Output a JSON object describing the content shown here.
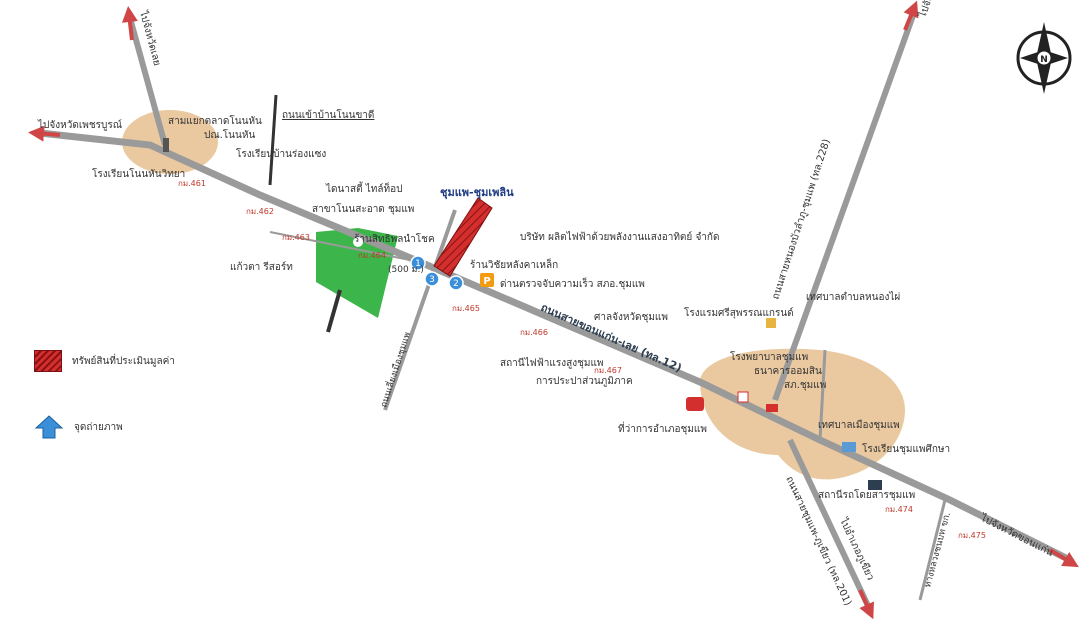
{
  "directions": {
    "to_loei": "ไปจังหวัดเลย",
    "to_phetchabun": "ไปจังหวัดเพชรบูรณ์",
    "to_nongbualamphu": "ไปจังหวัดหนองบัวลำภู",
    "to_khonkaen": "ไปจังหวัดขอนแก่น",
    "to_chumphae_south": "ไปอำเภอภูเขียว"
  },
  "roads": {
    "main": "ถนนสายขอนแก่น-เลย (ทล.12)",
    "north": "ถนนสายหนองบัวลำภู-ชุมแพ (ทล.228)",
    "south": "ถนนสายชุมแพ-ภูเขียว (ทล.201)",
    "inner_north": "ถนนเข้าบ้านโนนขาดี",
    "inner_south": "ถนนเลี่ยงเมืองชุมแพ",
    "inner_south2": "ทางหลวงชนบท ขก.",
    "distance_marker": "(500 ม.)"
  },
  "subject": {
    "title": "ชุมแพ-ชุมเพลิน"
  },
  "places": [
    {
      "text": "สามแยกตลาดโนนหัน"
    },
    {
      "text": "ปณ.โนนหัน"
    },
    {
      "text": "โรงเรียนบ้านร่องแซง"
    },
    {
      "text": "โรงเรียนโนนหันวิทยา"
    },
    {
      "text": "ไดนาสตี้ ไทล์ท็อป"
    },
    {
      "text": "สาขาโนนสะอาด ชุมแพ"
    },
    {
      "text": "ร้านสิทธิพลนำโชค"
    },
    {
      "text": "แก้วตา รีสอร์ท"
    },
    {
      "text": "บริษัท ผลิตไฟฟ้าด้วยพลังงานแสงอาทิตย์ จำกัด"
    },
    {
      "text": "ร้านวิชัยหลังคาเหล็ก"
    },
    {
      "text": "ด่านตรวจจับความเร็ว สภอ.ชุมแพ"
    },
    {
      "text": "ศาลจังหวัดชุมแพ"
    },
    {
      "text": "สถานีไฟฟ้าแรงสูงชุมแพ"
    },
    {
      "text": "การประปาส่วนภูมิภาค"
    },
    {
      "text": "โรงแรมศรีสุพรรณแกรนด์"
    },
    {
      "text": "เทศบาลตำบลหนองไผ่"
    },
    {
      "text": "โรงพยาบาลชุมแพ"
    },
    {
      "text": "ธนาคารออมสิน"
    },
    {
      "text": "สภ.ชุมแพ"
    },
    {
      "text": "เทศบาลเมืองชุมแพ"
    },
    {
      "text": "ที่ว่าการอำเภอชุมแพ"
    },
    {
      "text": "โรงเรียนชุมแพศึกษา"
    },
    {
      "text": "สถานีรถโดยสารชุมแพ"
    }
  ],
  "km_markers": [
    "กม.461",
    "กม.462",
    "กม.463",
    "กม.464",
    "กม.465",
    "กม.466",
    "กม.467",
    "กม.474",
    "กม.475"
  ],
  "photo_points": [
    "1",
    "2",
    "3"
  ],
  "parking": "P",
  "compass": {
    "label": "N"
  },
  "legend": {
    "property": "ทรัพย์สินที่ประเมินมูลค่า",
    "photo_point": "จุดถ่ายภาพ"
  },
  "colors": {
    "town_area": "#eac9a0",
    "green_area": "#3cb54a",
    "property": "#d32f2f",
    "road": "#8f8f8f",
    "arrow": "#d04646",
    "photo": "#3b8fd9"
  }
}
